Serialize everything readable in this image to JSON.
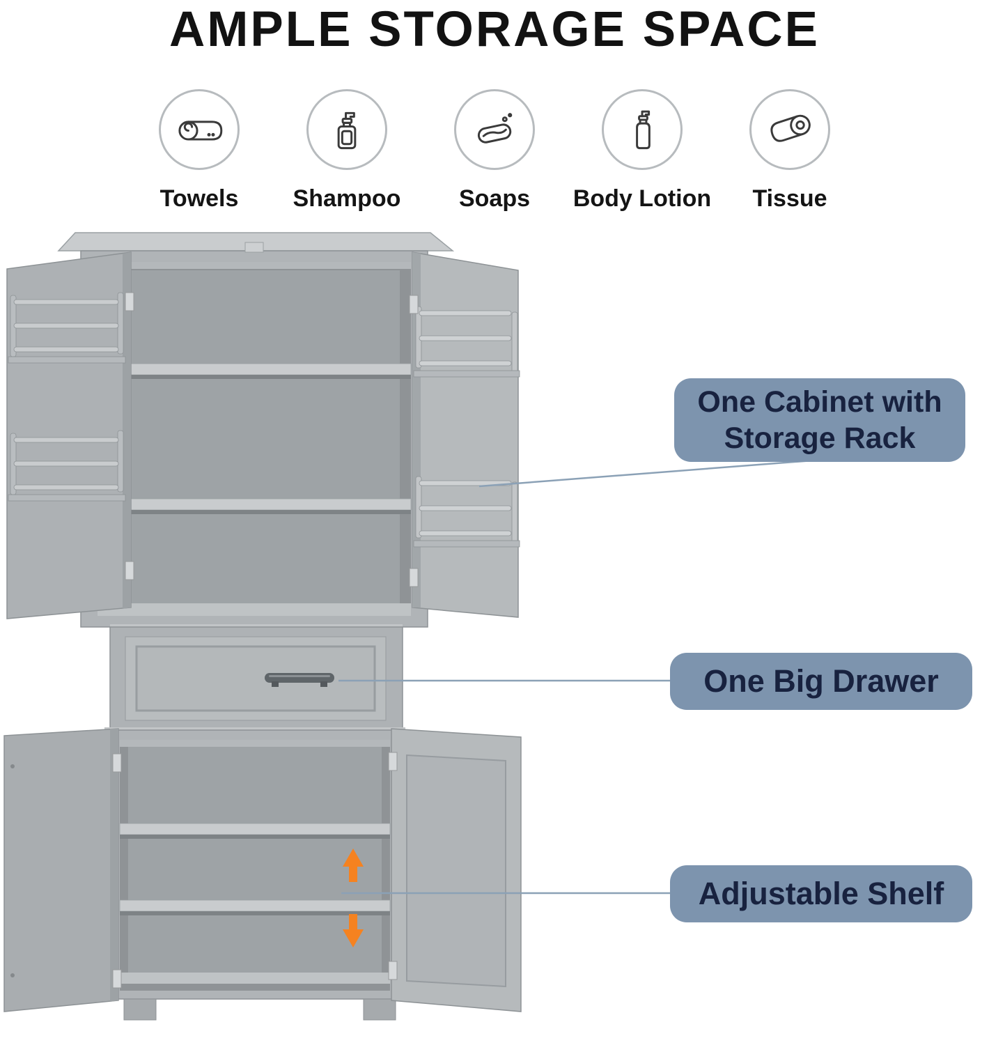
{
  "title": "AMPLE STORAGE SPACE",
  "features": [
    {
      "label": "Towels",
      "icon": "towel-icon"
    },
    {
      "label": "Shampoo",
      "icon": "shampoo-icon"
    },
    {
      "label": "Soaps",
      "icon": "soap-icon"
    },
    {
      "label": "Body Lotion",
      "icon": "lotion-icon"
    },
    {
      "label": "Tissue",
      "icon": "tissue-icon"
    }
  ],
  "callouts": [
    {
      "name": "storage-rack",
      "line1": "One Cabinet with",
      "line2": "Storage Rack"
    },
    {
      "name": "big-drawer",
      "label": "One Big Drawer"
    },
    {
      "name": "adjustable-shelf",
      "label": "Adjustable Shelf"
    }
  ],
  "colors": {
    "callout_bg": "#7d94ae",
    "callout_text": "#18223f",
    "connector_line": "#8ba1b6",
    "arrow_orange": "#f58220",
    "cabinet_frame": "#b0b4b7",
    "cabinet_interior": "#8f9396",
    "shelf": "#c9ccce"
  }
}
